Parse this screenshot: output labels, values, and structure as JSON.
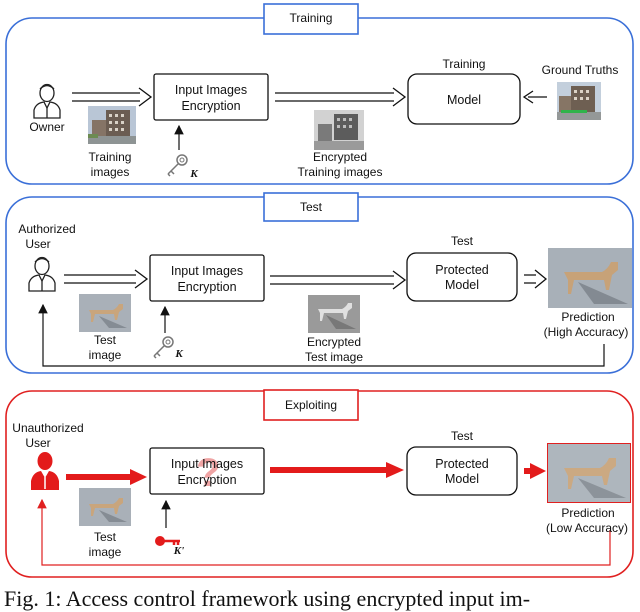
{
  "panels": {
    "training": {
      "tab": "Training",
      "owner": "Owner",
      "encryption_box": [
        "Input Images",
        "Encryption"
      ],
      "model_title": "Training",
      "model_box": "Model",
      "ground_truths": "Ground Truths",
      "training_images": [
        "Training",
        "images"
      ],
      "key_label": "K",
      "encrypted_images": [
        "Encrypted",
        "Training images"
      ]
    },
    "test": {
      "tab": "Test",
      "user": [
        "Authorized",
        "User"
      ],
      "encryption_box": [
        "Input Images",
        "Encryption"
      ],
      "model_title": "Test",
      "model_box": [
        "Protected",
        "Model"
      ],
      "test_image": [
        "Test",
        "image"
      ],
      "key_label": "K",
      "encrypted_image": [
        "Encrypted",
        "Test image"
      ],
      "prediction": [
        "Prediction",
        "(High Accuracy)"
      ]
    },
    "exploiting": {
      "tab": "Exploiting",
      "user": [
        "Unauthorized",
        "User"
      ],
      "encryption_box": [
        "Input Images",
        "Encryption"
      ],
      "model_title": "Test",
      "model_box": [
        "Protected",
        "Model"
      ],
      "test_image": [
        "Test",
        "image"
      ],
      "key_label": "K'",
      "prediction": [
        "Prediction",
        "(Low Accuracy)"
      ]
    }
  },
  "caption": "Fig. 1: Access control framework using encrypted input im-",
  "colors": {
    "panel_blue": "#3a6fd8",
    "panel_red": "#e02020",
    "arrow_red": "#e31b1b"
  }
}
